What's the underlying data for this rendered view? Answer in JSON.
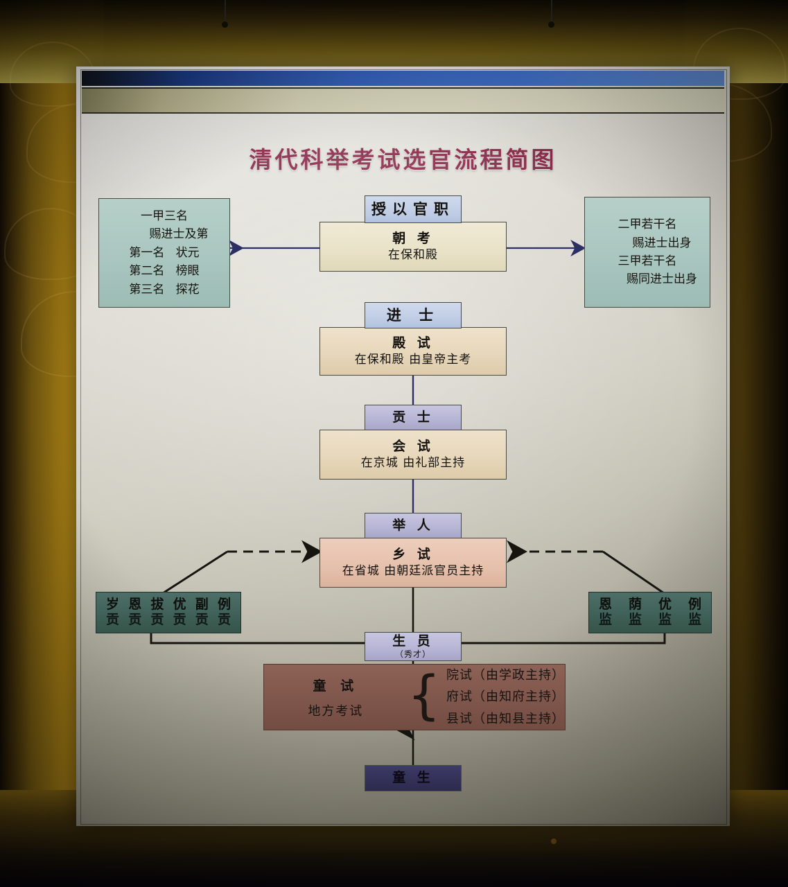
{
  "poster": {
    "title": "清代科举考试选官流程简图",
    "title_color": "#7d1236"
  },
  "nodes": {
    "appointment": {
      "label": "授以官职"
    },
    "court_exam": {
      "title": "朝  考",
      "detail": "在保和殿"
    },
    "jinshi": {
      "label": "进  士"
    },
    "palace_exam": {
      "title": "殿  试",
      "detail": "在保和殿  由皇帝主考"
    },
    "gongshi": {
      "label": "贡  士"
    },
    "metropolitan_exam": {
      "title": "会  试",
      "detail": "在京城  由礼部主持"
    },
    "juren": {
      "label": "举  人"
    },
    "provincial_exam": {
      "title": "乡  试",
      "detail": "在省城  由朝廷派官员主持"
    },
    "shengyuan": {
      "label": "生  员",
      "sub": "（秀才）"
    },
    "tongsheng": {
      "label": "童  生"
    }
  },
  "left_rank_panel": {
    "line1": "一甲三名",
    "line2": "赐进士及第",
    "line3": "第一名   状元",
    "line4": "第二名   榜眼",
    "line5": "第三名   探花"
  },
  "right_rank_panel": {
    "line1": "二甲若干名",
    "line2": "赐进士出身",
    "line3": "三甲若干名",
    "line4": "赐同进士出身"
  },
  "gongsheng_panel": {
    "top": [
      "岁",
      "恩",
      "拔",
      "优",
      "副",
      "例"
    ],
    "bottom": [
      "贡",
      "贡",
      "贡",
      "贡",
      "贡",
      "贡"
    ]
  },
  "jiansheng_panel": {
    "top": [
      "恩",
      "荫",
      "优",
      "例"
    ],
    "bottom": [
      "监",
      "监",
      "监",
      "监"
    ]
  },
  "tongshi": {
    "name": "童  试",
    "subtitle": "地方考试",
    "brace": "{",
    "items": [
      "院试（由学政主持）",
      "府试（由知府主持）",
      "县试（由知县主持）"
    ]
  },
  "colors": {
    "arrow_blue": "#2b2f63",
    "arrow_dark": "#14120d",
    "header_blue": "#1f4fb0",
    "teal_panel": "#a9c6bf",
    "brown_panel": "#7f564b",
    "indigo_panel": "#343158"
  }
}
